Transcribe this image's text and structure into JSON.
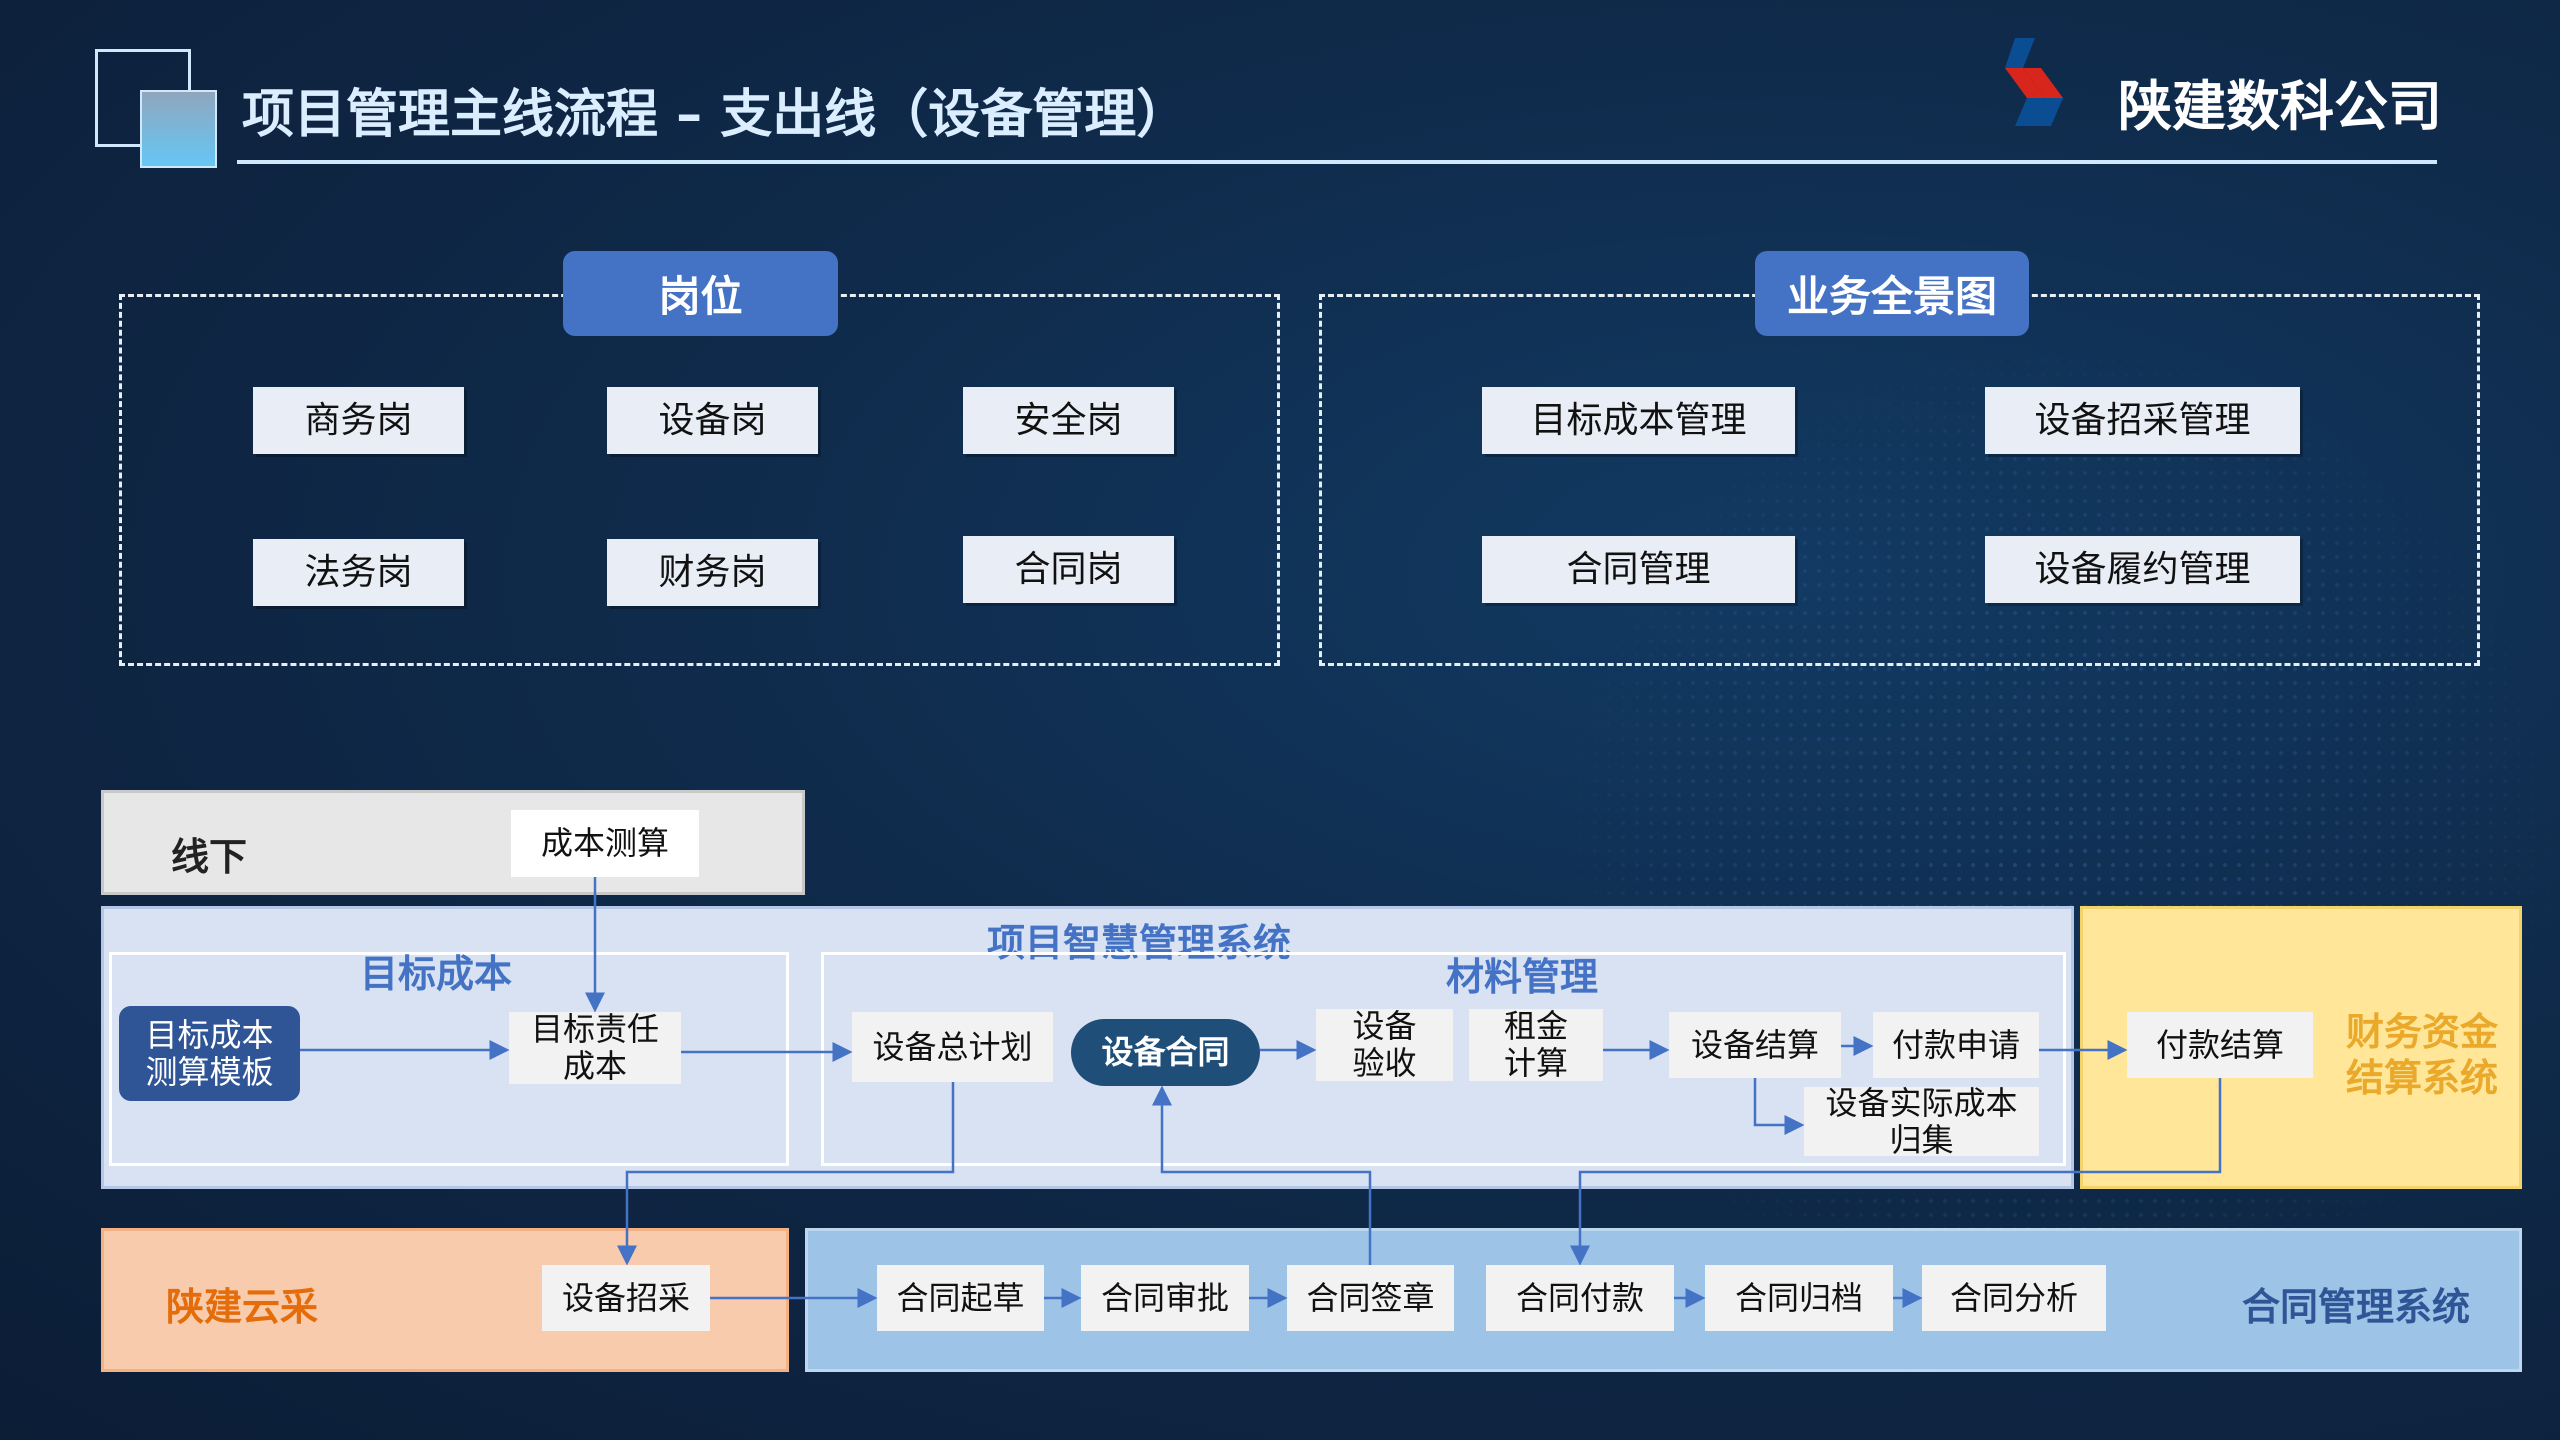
{
  "header": {
    "title": "项目管理主线流程 – 支出线（设备管理）",
    "company": "陕建数科公司"
  },
  "positions": {
    "label": "岗位",
    "items": [
      "商务岗",
      "设备岗",
      "安全岗",
      "法务岗",
      "财务岗",
      "合同岗"
    ]
  },
  "business": {
    "label": "业务全景图",
    "items": [
      "目标成本管理",
      "设备招采管理",
      "合同管理",
      "设备履约管理"
    ]
  },
  "offline": {
    "label": "线下",
    "cost_calc": "成本测算"
  },
  "pms": {
    "title": "项目智慧管理系统",
    "target_cost": {
      "title": "目标成本",
      "template": "目标成本\n测算模板",
      "responsibility": "目标责任\n成本"
    },
    "material": {
      "title": "材料管理",
      "plan": "设备总计划",
      "contract": "设备合同",
      "acceptance": "设备\n验收",
      "rent": "租金\n计算",
      "settlement": "设备结算",
      "payment_request": "付款申请",
      "actual_cost": "设备实际成本\n归集"
    }
  },
  "finance": {
    "title": "财务资金\n结算系统",
    "payment_settlement": "付款结算"
  },
  "cloud": {
    "title": "陕建云采",
    "procurement": "设备招采"
  },
  "contract_sys": {
    "title": "合同管理系统",
    "steps": [
      "合同起草",
      "合同审批",
      "合同签章",
      "合同付款",
      "合同归档",
      "合同分析"
    ]
  },
  "colors": {
    "accent": "#4472c4",
    "dark": "#1f4e79",
    "finance": "#ffe699",
    "cloud": "#f8cbad",
    "contract": "#9dc3e6"
  }
}
